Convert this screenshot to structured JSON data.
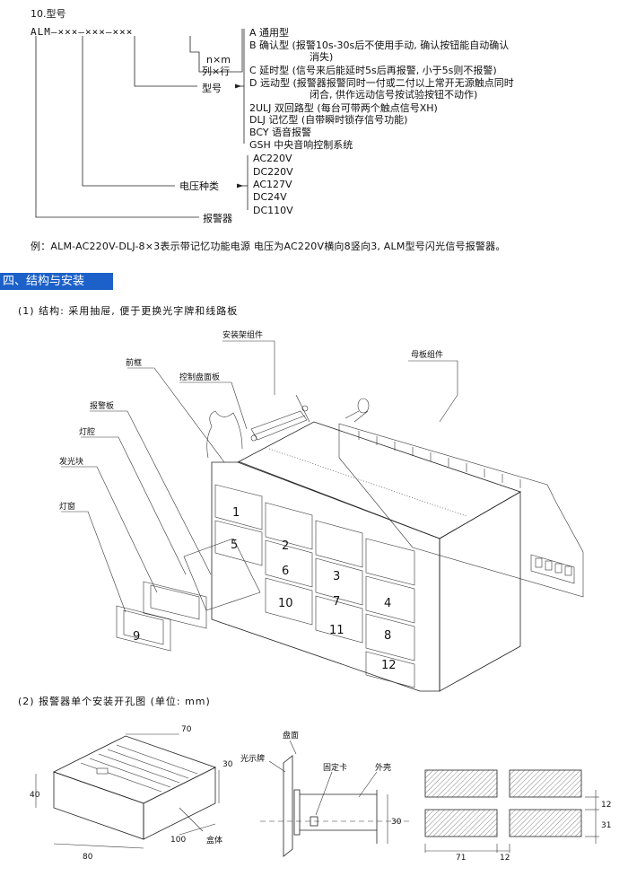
{
  "model_section": {
    "heading": "10.型号",
    "model_code": "ALM—×××—×××—×××",
    "size_label": "n×m",
    "size_desc": "列×行",
    "type_label": "型号",
    "types": [
      "A 通用型",
      "B 确认型 (报警10s-30s后不使用手动, 确认按钮能自动确认",
      "消失)",
      "C 延时型 (信号来后能延时5s后再报警, 小于5s则不报警)",
      "D 远动型 (报警器报警同时一付或二付以上常开无源触点同时",
      "闭合, 供作远动信号按试验按钮不动作)",
      "2ULJ 双回路型 (每台可带两个触点信号XH)",
      "DLJ 记忆型 (自带瞬时锁存信号功能)",
      "BCY 语音报警",
      "GSH 中央音响控制系统"
    ],
    "voltage_label": "电压种类",
    "voltages": [
      "AC220V",
      "DC220V",
      "AC127V",
      "DC24V",
      "DC110V"
    ],
    "device_label": "报警器",
    "example": "例：ALM-AC220V-DLJ-8×3表示带记忆功能电源 电压为AC220V横向8竖向3, ALM型号闪光信号报警器。"
  },
  "section4": {
    "title": "四、结构与安装",
    "sub1": "(1) 结构: 采用抽屉, 便于更换光字牌和线路板",
    "sub2": "(2) 报警器单个安装开孔图 (单位: mm)"
  },
  "structure_figure": {
    "labels": {
      "mount": "安装架组件",
      "front_frame": "前框",
      "control_panel": "控制盘面板",
      "mother_board": "母板组件",
      "alarm_board": "报警板",
      "lamp_cavity": "灯腔",
      "light_block": "发光块",
      "lamp_window": "灯窗"
    },
    "window_numbers": [
      "1",
      "2",
      "3",
      "4",
      "5",
      "6",
      "7",
      "8",
      "9",
      "10",
      "11",
      "12"
    ]
  },
  "dimension_figure": {
    "dims": {
      "d70": "70",
      "d30": "30",
      "d40": "40",
      "d80": "80",
      "d100": "100",
      "d71": "71",
      "d12a": "12",
      "d12b": "12",
      "d31": "31",
      "d30b": "30"
    },
    "labels": {
      "housing": "盒体",
      "panel": "盘面",
      "light_plate": "光示牌",
      "clip": "固定卡",
      "shell": "外壳"
    }
  }
}
